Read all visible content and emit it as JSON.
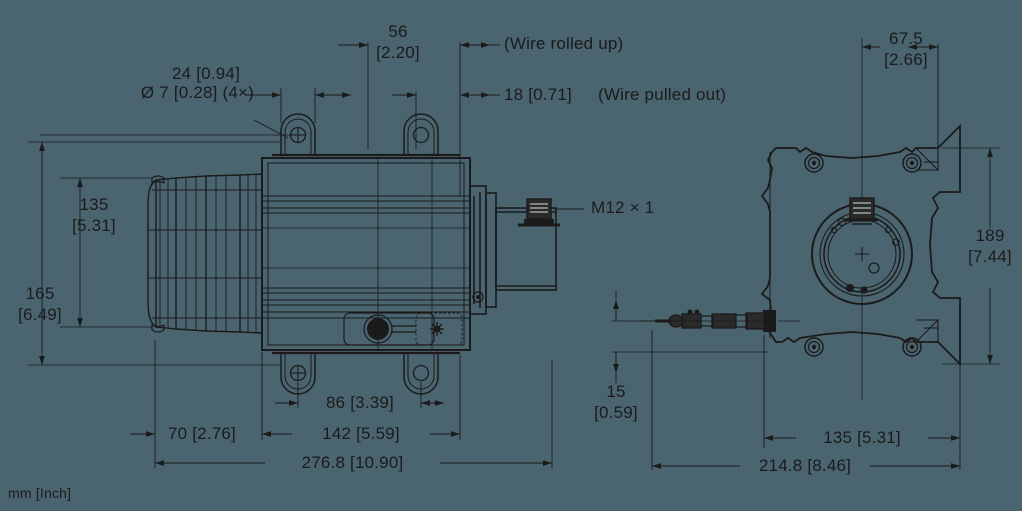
{
  "drawing": {
    "units_note": "mm [Inch]",
    "background_color": "#4a6570",
    "line_color": "#1b1b1b",
    "notes": [
      {
        "id": "wire-rolled-up",
        "text": "(Wire rolled up)"
      },
      {
        "id": "wire-pulled-out",
        "text": "(Wire pulled out)"
      },
      {
        "id": "thread-callout",
        "text": "M12 × 1"
      },
      {
        "id": "hole-callout",
        "text": "Ø 7 [0.28] (4×)"
      }
    ]
  },
  "side_view": {
    "name": "side-elevation",
    "dimensions": {
      "bolt_spacing_left": "24 [0.94]",
      "connector_offset_rolled": {
        "mm": "56",
        "inch": "[2.20]"
      },
      "connector_offset_pulled": "18 [0.71]",
      "height_inner": {
        "mm": "135",
        "inch": "[5.31]"
      },
      "height_outer": {
        "mm": "165",
        "inch": "[6.49]"
      },
      "foot_spacing": "86 [3.39]",
      "body_rear": "70 [2.76]",
      "body_mid": "142 [5.59]",
      "overall_length": "276.8 [10.90]"
    }
  },
  "front_view": {
    "name": "front-elevation",
    "dimensions": {
      "flange_offset": {
        "mm": "67.5",
        "inch": "[2.66]"
      },
      "overall_height": {
        "mm": "189",
        "inch": "[7.44]"
      },
      "cable_height": {
        "mm": "15",
        "inch": "[0.59]"
      },
      "body_width": "135 [5.31]",
      "overall_width": "214.8 [8.46]"
    }
  }
}
